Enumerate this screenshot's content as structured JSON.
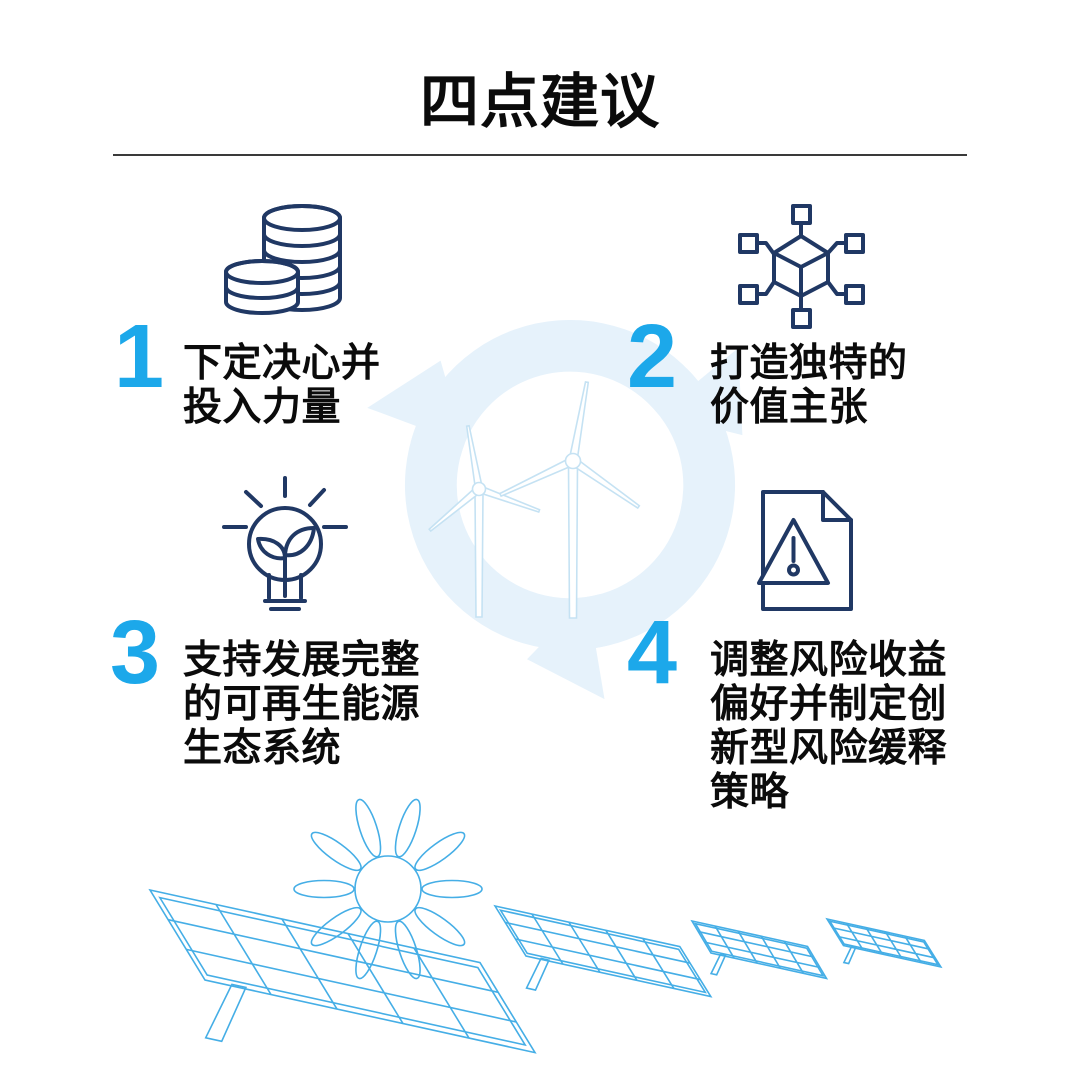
{
  "title": "四点建议",
  "items": [
    {
      "number": "1",
      "icon": "coins-icon",
      "lines": [
        "下定决心并",
        "投入力量"
      ]
    },
    {
      "number": "2",
      "icon": "cube-network-icon",
      "lines": [
        "打造独特的",
        "价值主张"
      ]
    },
    {
      "number": "3",
      "icon": "lightbulb-sprout-icon",
      "lines": [
        "支持发展完整",
        "的可再生能源",
        "生态系统"
      ]
    },
    {
      "number": "4",
      "icon": "document-warning-icon",
      "lines": [
        "调整风险收益",
        "偏好并制定创",
        "新型风险缓释",
        "策略"
      ]
    }
  ],
  "background_watermarks": [
    "recycle-symbol",
    "wind-turbines",
    "sun",
    "solar-panels"
  ],
  "colors": {
    "accent": "#1CA8EA",
    "navy": "#203864",
    "pale": "#E6F2FB",
    "sky_line": "#C5E2F3",
    "solar": "#45AEE6",
    "text": "#0B0B0B",
    "divider": "#3A3A3A"
  }
}
